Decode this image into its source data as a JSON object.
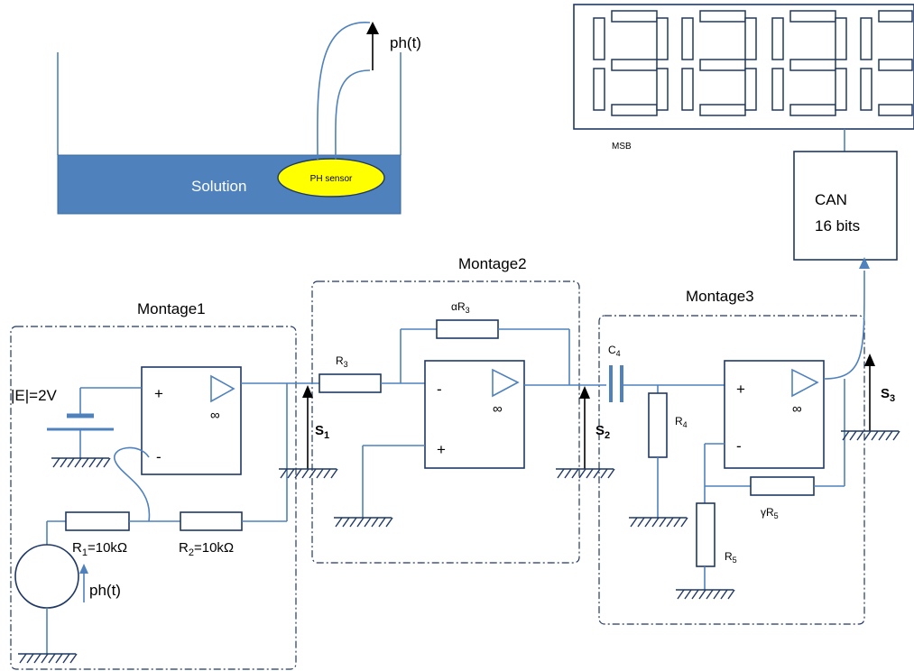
{
  "labels": {
    "ph_top": "ph(t)",
    "solution": "Solution",
    "ph_sensor": "PH sensor",
    "msb": "MSB",
    "can_line1": "CAN",
    "can_line2": "16 bits",
    "montage1": "Montage1",
    "montage2": "Montage2",
    "montage3": "Montage3",
    "e_source": "|E|=2V",
    "r1": "R",
    "r1_sub": "1",
    "r1_val": "=10kΩ",
    "r2": "R",
    "r2_sub": "2",
    "r2_val": "=10kΩ",
    "ph_source": "ph(t)",
    "r3": "R",
    "r3_sub": "3",
    "alpha_r3": "αR",
    "alpha_r3_sub": "3",
    "c4": "C",
    "c4_sub": "4",
    "r4": "R",
    "r4_sub": "4",
    "r5": "R",
    "r5_sub": "5",
    "gamma_r5": "γR",
    "gamma_r5_sub": "5",
    "s1": "S",
    "s1_sub": "1",
    "s2": "S",
    "s2_sub": "2",
    "s3": "S",
    "s3_sub": "3",
    "op_plus": "+",
    "op_minus": "-",
    "infinity": "∞"
  },
  "colors": {
    "solution_fill": "#4f81bd",
    "sensor_fill": "#ffff00",
    "wire": "#4f81bd",
    "frame": "#1f3864"
  }
}
